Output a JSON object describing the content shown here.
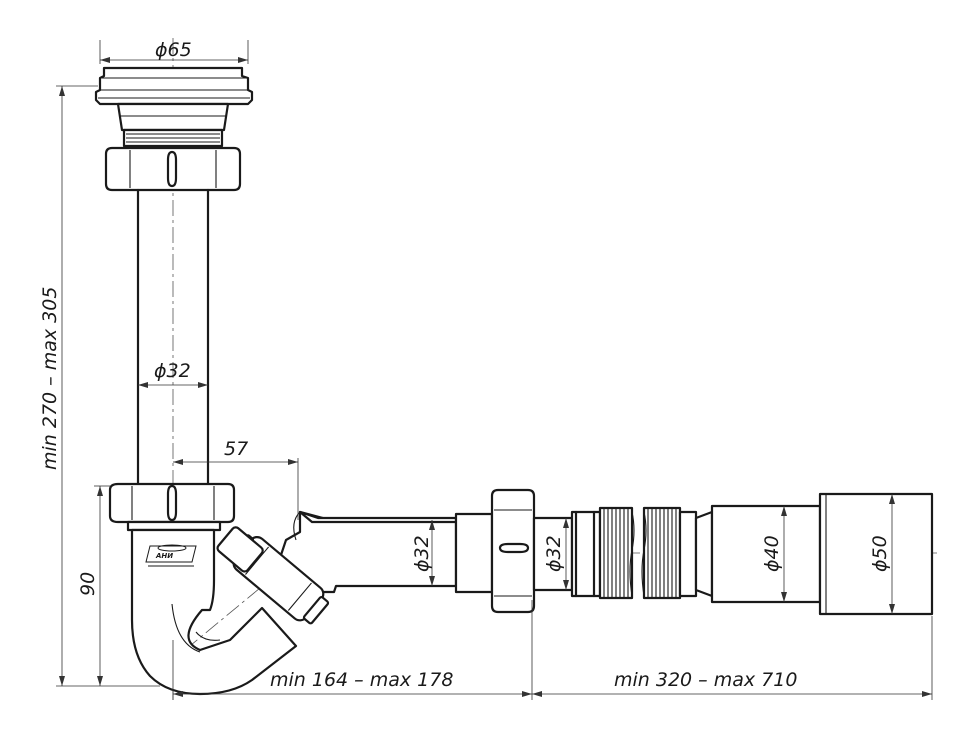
{
  "dimensions": {
    "top_diameter": "ϕ65",
    "riser_diameter": "ϕ32",
    "offset_57": "57",
    "height_range": "min 270 – max 305",
    "trap_height": "90",
    "outlet_diameter_1": "ϕ32",
    "outlet_diameter_2": "ϕ32",
    "corrugated_diameter": "ϕ40",
    "end_diameter": "ϕ50",
    "length_range_1": "min 164 – max 178",
    "length_range_2": "min 320 – max 710"
  },
  "logo": {
    "text": "АНИ"
  }
}
